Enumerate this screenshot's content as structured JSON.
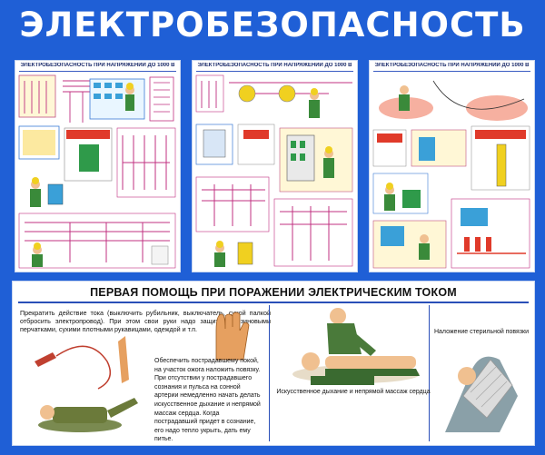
{
  "board": {
    "title": "ЭЛЕКТРОБЕЗОПАСНОСТЬ"
  },
  "panels": [
    {
      "heading": "ЭЛЕКТРОБЕЗОПАСНОСТЬ ПРИ НАПРЯЖЕНИИ ДО 1000 В"
    },
    {
      "heading": "ЭЛЕКТРОБЕЗОПАСНОСТЬ ПРИ НАПРЯЖЕНИИ ДО 1000 В"
    },
    {
      "heading": "ЭЛЕКТРОБЕЗОПАСНОСТЬ ПРИ НАПРЯЖЕНИИ ДО 1000 В"
    }
  ],
  "first_aid": {
    "title": "ПЕРВАЯ ПОМОЩЬ ПРИ ПОРАЖЕНИИ ЭЛЕКТРИЧЕСКИМ ТОКОМ",
    "intro_text": "Прекратить действие тока (выключить рубильник, выключатель, сухой палкой отбросить электропровод). При этом свои руки надо защитить резиновыми перчатками, сухими плотными рукавицами, одеждой и т.п.",
    "care_text": "Обеспечить пострадавшему покой, на участок ожога наложить повязку. При отсутствии у пострадавшего сознания и пульса на сонной артерии немедленно начать делать искусственное дыхание и непрямой массаж сердца. Когда пострадавший придет в сознание, его надо тепло укрыть, дать ему питье.",
    "cpr_caption": "Искусственное дыхание и непрямой массаж сердца",
    "bandage_caption": "Наложение стерильной повязки"
  },
  "colors": {
    "board_background": "#1f5fd6",
    "accent_rule": "#2a4fb8",
    "warning_red": "#e03a2a",
    "worker_green": "#3a8a3a",
    "helmet_yellow": "#f0d020"
  }
}
